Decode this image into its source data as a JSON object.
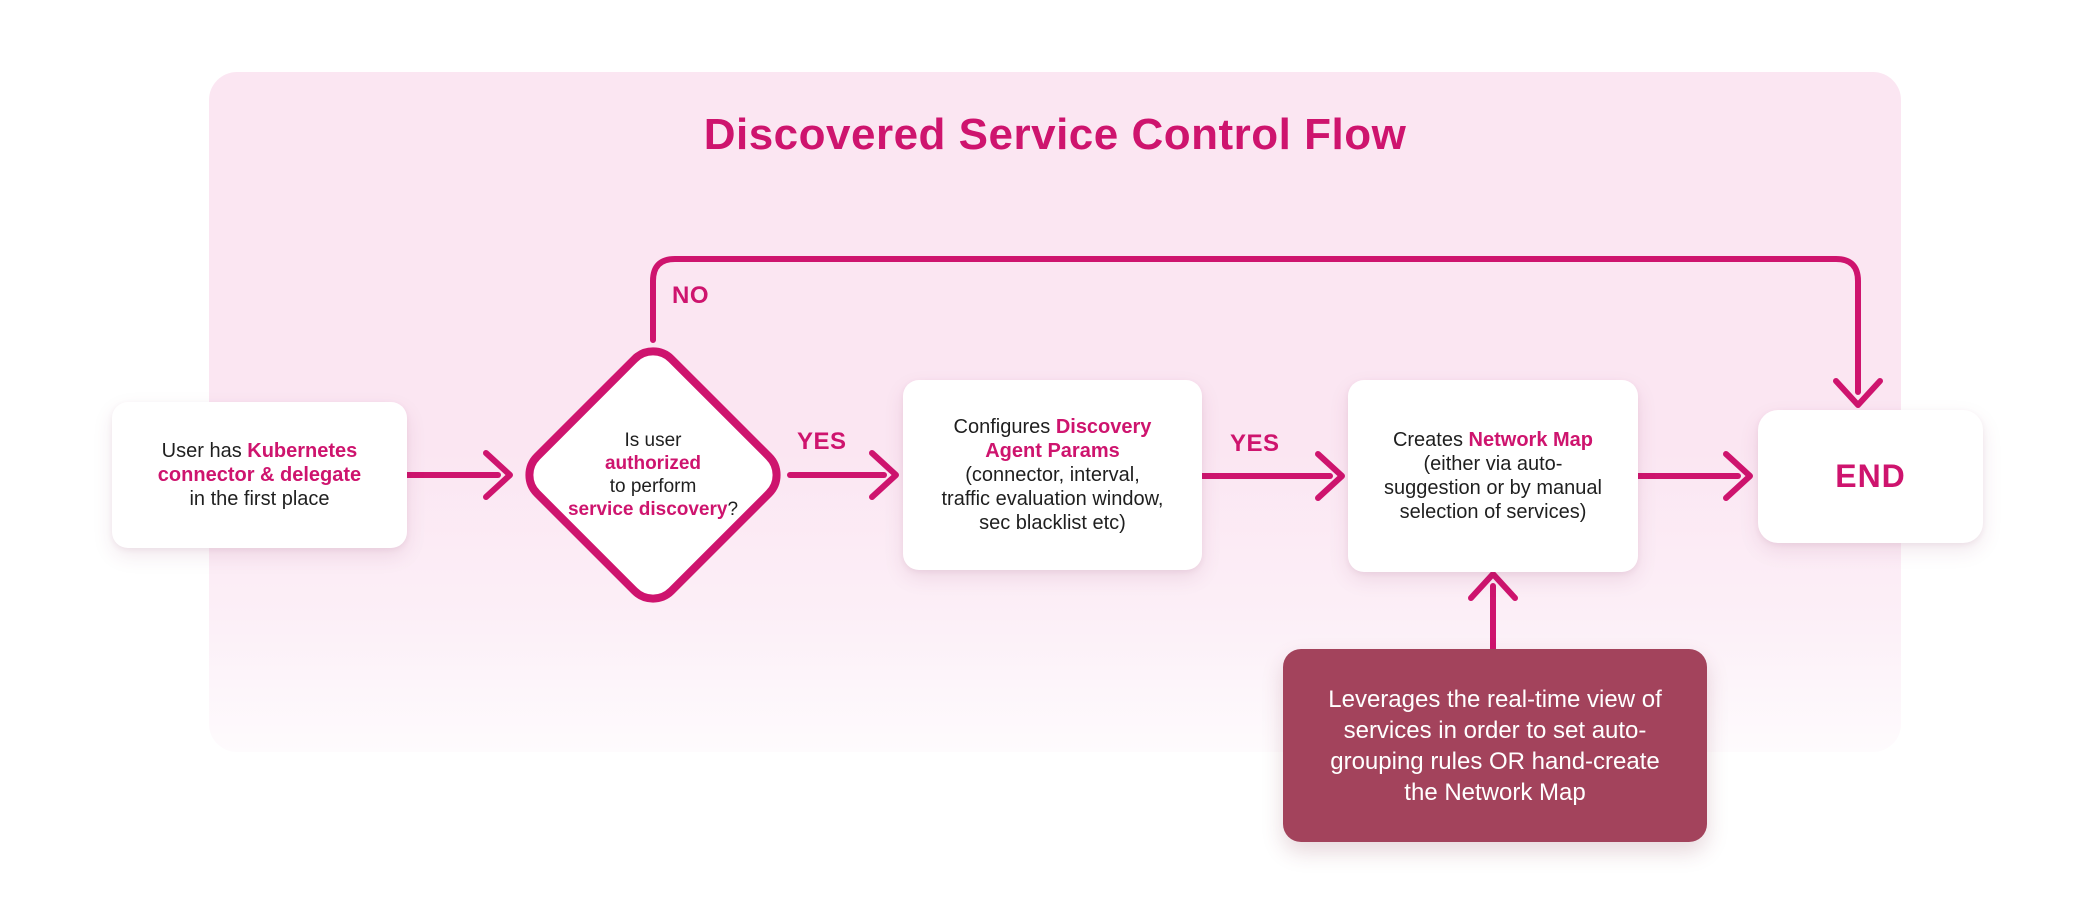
{
  "title": "Discovered Service Control Flow",
  "colors": {
    "accent": "#CE146E",
    "panel_top": "#FBE6F2",
    "panel_bottom": "#FEFBFD",
    "note_bg": "#A3435C",
    "text": "#1F1F1F",
    "card_bg": "#FFFFFF"
  },
  "labels": {
    "no": "NO",
    "yes_decision": "YES",
    "yes_configure": "YES"
  },
  "nodes": {
    "start": {
      "segments": [
        {
          "text": "User has ",
          "accent": false
        },
        {
          "text": "Kubernetes\nconnector & delegate",
          "accent": true
        },
        {
          "text": "\nin the first place",
          "accent": false
        }
      ]
    },
    "decision": {
      "segments": [
        {
          "text": "Is user\n",
          "accent": false
        },
        {
          "text": "authorized",
          "accent": true
        },
        {
          "text": "\nto perform\n",
          "accent": false
        },
        {
          "text": "service discovery",
          "accent": true
        },
        {
          "text": "?",
          "accent": false
        }
      ]
    },
    "configure": {
      "segments": [
        {
          "text": "Configures ",
          "accent": false
        },
        {
          "text": "Discovery\nAgent Params",
          "accent": true
        },
        {
          "text": "\n(connector, interval,\ntraffic evaluation window,\nsec blacklist etc)",
          "accent": false
        }
      ]
    },
    "create": {
      "segments": [
        {
          "text": "Creates ",
          "accent": false
        },
        {
          "text": "Network Map",
          "accent": true
        },
        {
          "text": "\n(either via auto-\nsuggestion or by manual\nselection of services)",
          "accent": false
        }
      ]
    },
    "end": {
      "label": "END"
    },
    "note": {
      "text": "Leverages the real-time view of\nservices in order to set auto-\ngrouping rules OR hand-create\nthe Network Map"
    }
  }
}
